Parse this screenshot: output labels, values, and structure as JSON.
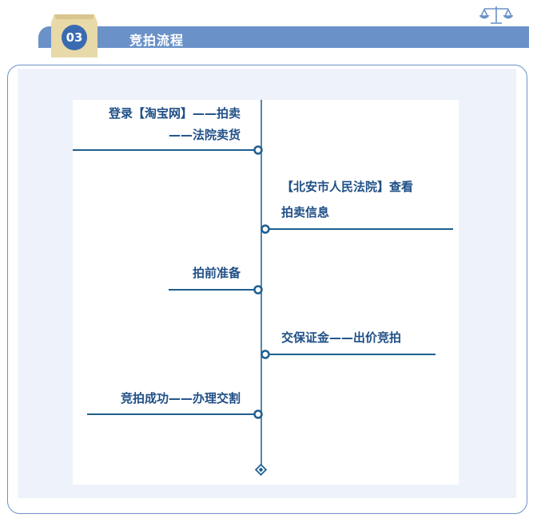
{
  "header": {
    "number": "03",
    "title": "竞拍流程",
    "right_icon": "balance-scale-icon"
  },
  "colors": {
    "header_bar": "#6a92c9",
    "badge_tan": "#e8d9a8",
    "badge_circle": "#3a6bb0",
    "line": "#1f5f8f",
    "text": "#1f4f86",
    "panel_bg": "#eef3fb"
  },
  "steps": [
    {
      "line1": "登录【淘宝网】——拍卖",
      "line2": "——法院卖货",
      "side": "left"
    },
    {
      "line1": "【北安市人民法院】查看",
      "line2": "拍卖信息",
      "side": "right"
    },
    {
      "line1": "拍前准备",
      "line2": "",
      "side": "left"
    },
    {
      "line1": "交保证金——出价竞拍",
      "line2": "",
      "side": "right"
    },
    {
      "line1": "竞拍成功——办理交割",
      "line2": "",
      "side": "left"
    }
  ]
}
